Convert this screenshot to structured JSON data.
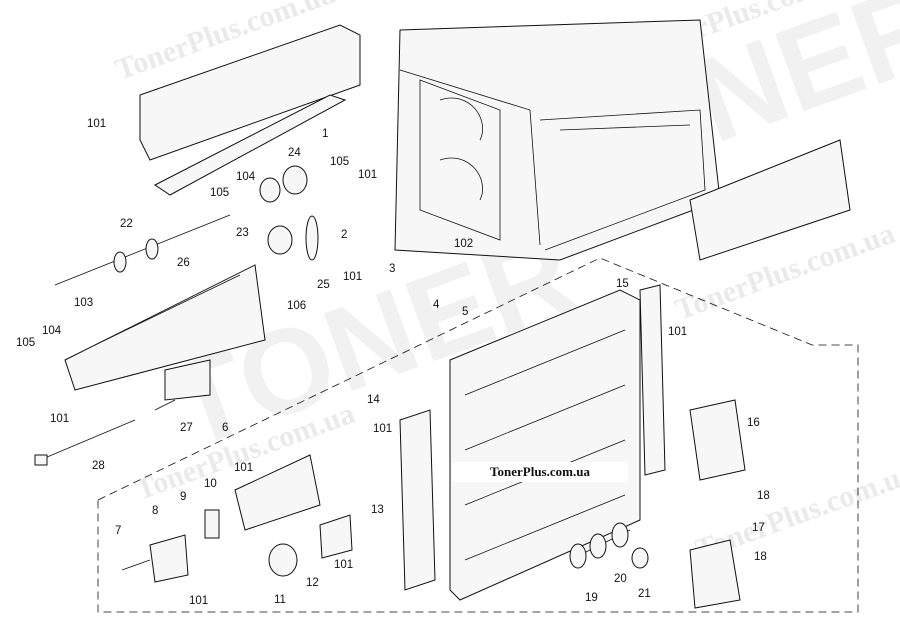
{
  "watermark": {
    "text": "TonerPlus.com.ua",
    "big_text": "TONER"
  },
  "site_label": "TonerPlus.com.ua",
  "callouts": [
    "101",
    "1",
    "24",
    "105",
    "104",
    "105",
    "101",
    "22",
    "23",
    "2",
    "3",
    "102",
    "101",
    "26",
    "25",
    "106",
    "103",
    "4",
    "5",
    "104",
    "105",
    "101",
    "27",
    "6",
    "28",
    "15",
    "101",
    "16",
    "18",
    "14",
    "101",
    "101",
    "10",
    "9",
    "8",
    "7",
    "13",
    "12",
    "101",
    "11",
    "101",
    "17",
    "18",
    "19",
    "20",
    "21"
  ]
}
